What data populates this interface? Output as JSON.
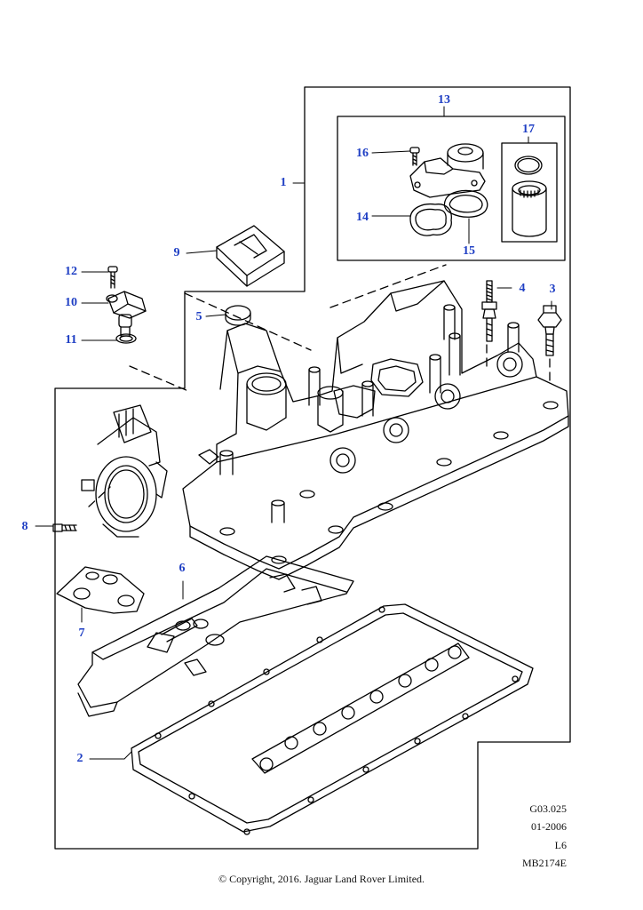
{
  "callouts": {
    "c1": "1",
    "c2": "2",
    "c3": "3",
    "c4": "4",
    "c5": "5",
    "c6": "6",
    "c7": "7",
    "c8": "8",
    "c9": "9",
    "c10": "10",
    "c11": "11",
    "c12": "12",
    "c13": "13",
    "c14": "14",
    "c15": "15",
    "c16": "16",
    "c17": "17"
  },
  "reference": {
    "group_code": "G03.025",
    "date": "01-2006",
    "engine": "L6",
    "illustration_id": "MB2174E"
  },
  "copyright": "© Copyright, 2016. Jaguar Land Rover Limited.",
  "colors": {
    "callout": "#1f3fc4",
    "line": "#000000",
    "paper": "#ffffff"
  }
}
